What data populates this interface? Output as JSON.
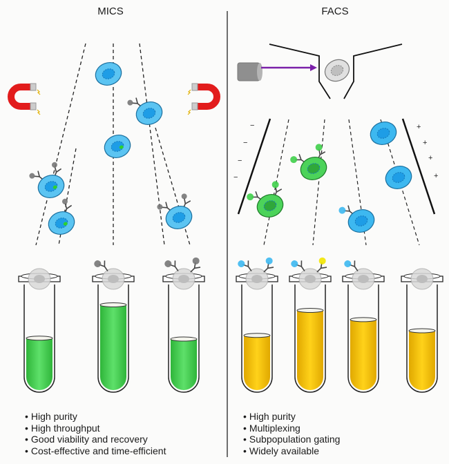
{
  "panels": {
    "left": {
      "title": "MICS",
      "bullets": [
        "High purity",
        "High throughput",
        "Good viability and recovery",
        "Cost-effective and time-efficient"
      ],
      "tubes": [
        {
          "fill_fraction": 0.42,
          "label_count": 0
        },
        {
          "fill_fraction": 0.78,
          "label_count": 1
        },
        {
          "fill_fraction": 0.41,
          "label_count": 2
        }
      ],
      "fluid_color": "#3fcf4a"
    },
    "right": {
      "title": "FACS",
      "bullets": [
        "High purity",
        "Multiplexing",
        "Subpopulation gating",
        "Widely available"
      ],
      "tubes": [
        {
          "fill_fraction": 0.45,
          "labels": [
            "#3db8f0",
            "#3db8f0"
          ]
        },
        {
          "fill_fraction": 0.72,
          "labels": [
            "#3db8f0",
            "#f2e600"
          ]
        },
        {
          "fill_fraction": 0.62,
          "labels": [
            "#3db8f0"
          ]
        },
        {
          "fill_fraction": 0.5,
          "labels": []
        }
      ],
      "fluid_color": "#f2c200",
      "charges_left": [
        "−",
        "−",
        "−",
        "−"
      ],
      "charges_right": [
        "+",
        "+",
        "+",
        "+"
      ]
    }
  },
  "colors": {
    "cell_blue": "#5bc4f2",
    "cell_green": "#4cd35a",
    "magnet_red": "#e21c1c",
    "laser_purple": "#7a1fa8",
    "bead_gray": "#777777"
  }
}
